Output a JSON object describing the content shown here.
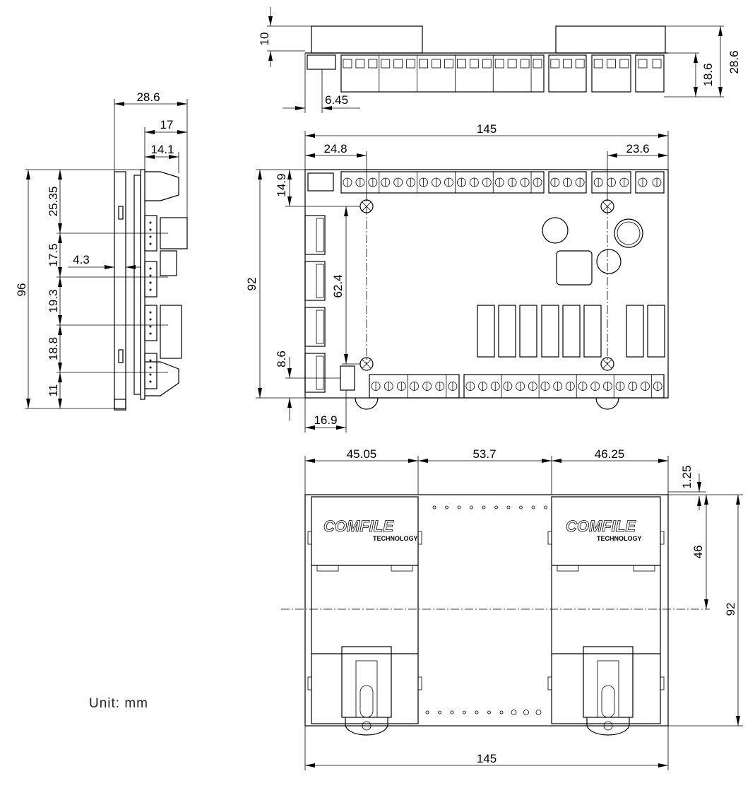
{
  "unit_label": "Unit:  mm",
  "logo": {
    "brand": "COMFILE",
    "sub": "TECHNOLOGY"
  },
  "top_view": {
    "dim_height_box": "10",
    "dim_total_height": "28.6",
    "dim_board_height": "18.6",
    "dim_offset": "6.45"
  },
  "plan_view": {
    "dim_width": "145",
    "dim_left_hole": "24.8",
    "dim_right_hole": "23.6",
    "dim_height": "92",
    "dim_top_hole": "14.9",
    "dim_hole_spacing": "62.4",
    "dim_bottom_hole": "8.6",
    "dim_connector_offset": "16.9"
  },
  "side_view": {
    "dim_depth": "28.6",
    "dim_17": "17",
    "dim_14_1": "14.1",
    "dim_height": "96",
    "dim_4_3": "4.3",
    "segments": [
      "25.35",
      "17.5",
      "19.3",
      "18.8",
      "11"
    ]
  },
  "bottom_view": {
    "dim_left": "45.05",
    "dim_mid": "53.7",
    "dim_right": "46.25",
    "dim_1_25": "1.25",
    "dim_46": "46",
    "dim_height": "92",
    "dim_width": "145"
  }
}
